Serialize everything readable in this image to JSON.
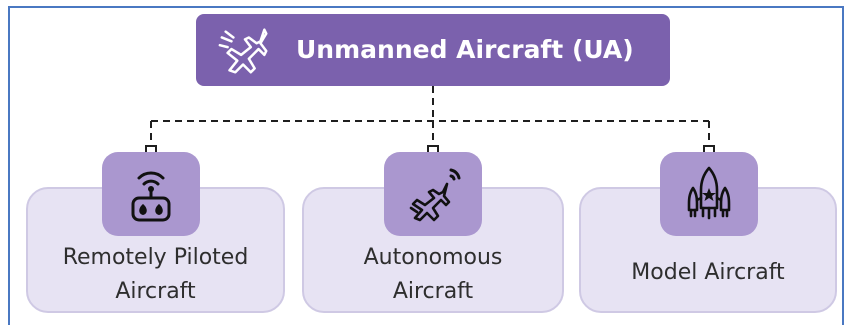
{
  "root": {
    "title": "Unmanned Aircraft (UA)",
    "icon": "jet-fighter-icon"
  },
  "children": [
    {
      "line1": "Remotely Piloted",
      "line2": "Aircraft",
      "icon": "remote-controller-icon"
    },
    {
      "line1": "Autonomous",
      "line2": "Aircraft",
      "icon": "wireless-jet-icon"
    },
    {
      "line1": "Model Aircraft",
      "icon": "model-rocket-icon"
    }
  ],
  "colors": {
    "root_fill": "#7b61ad",
    "card_fill": "#e7e3f3",
    "icon_fill": "#aa97cf",
    "frame": "#4a78c2",
    "connector": "#1f1f1f"
  }
}
